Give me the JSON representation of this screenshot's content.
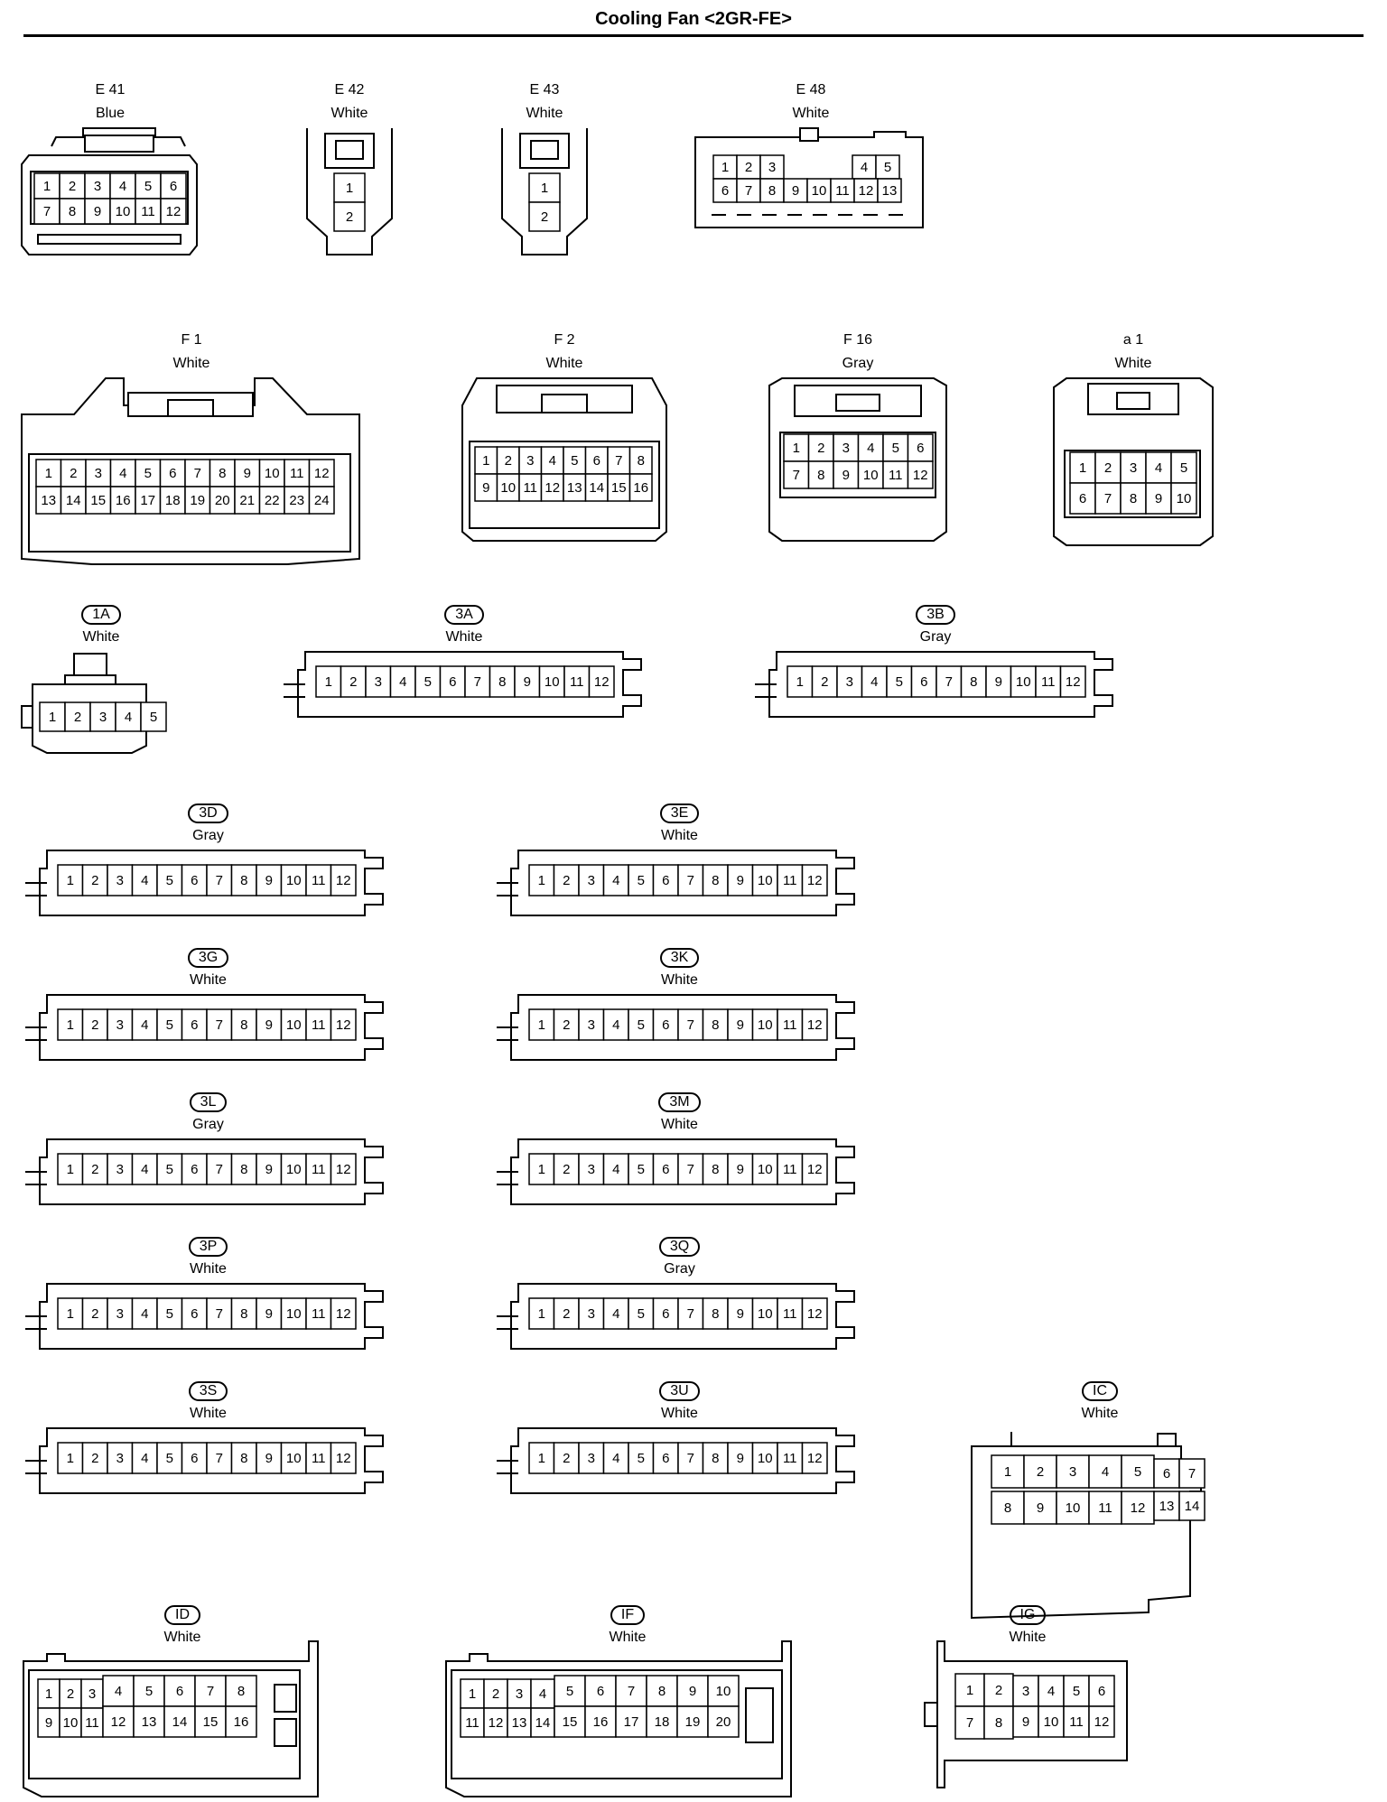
{
  "page": {
    "title": "Cooling Fan <2GR-FE>"
  },
  "connectors": [
    {
      "id": "E 41",
      "color": "Blue"
    },
    {
      "id": "E 42",
      "color": "White"
    },
    {
      "id": "E 43",
      "color": "White"
    },
    {
      "id": "E 48",
      "color": "White"
    },
    {
      "id": "F 1",
      "color": "White"
    },
    {
      "id": "F 2",
      "color": "White"
    },
    {
      "id": "F 16",
      "color": "Gray"
    },
    {
      "id": "a 1",
      "color": "White"
    },
    {
      "id": "1A",
      "color": "White"
    },
    {
      "id": "3A",
      "color": "White"
    },
    {
      "id": "3B",
      "color": "Gray"
    },
    {
      "id": "3D",
      "color": "Gray"
    },
    {
      "id": "3E",
      "color": "White"
    },
    {
      "id": "3G",
      "color": "White"
    },
    {
      "id": "3K",
      "color": "White"
    },
    {
      "id": "3L",
      "color": "Gray"
    },
    {
      "id": "3M",
      "color": "White"
    },
    {
      "id": "3P",
      "color": "White"
    },
    {
      "id": "3Q",
      "color": "Gray"
    },
    {
      "id": "3S",
      "color": "White"
    },
    {
      "id": "3U",
      "color": "White"
    },
    {
      "id": "IC",
      "color": "White"
    },
    {
      "id": "ID",
      "color": "White"
    },
    {
      "id": "IF",
      "color": "White"
    },
    {
      "id": "IG",
      "color": "White"
    }
  ]
}
